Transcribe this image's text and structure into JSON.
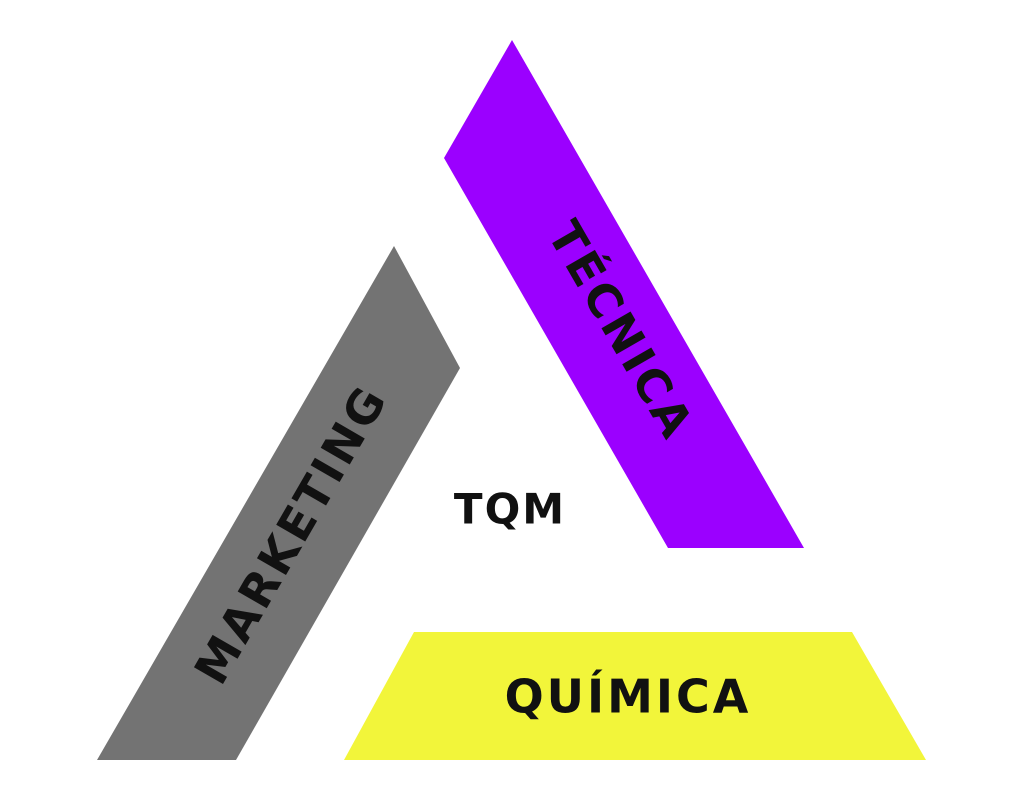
{
  "diagram": {
    "center_label": "TQM",
    "sides": [
      {
        "label": "TÉCNICA",
        "color": "#9b00ff"
      },
      {
        "label": "MARKETING",
        "color": "#737373"
      },
      {
        "label": "QUÍMICA",
        "color": "#f2f53a"
      }
    ]
  }
}
